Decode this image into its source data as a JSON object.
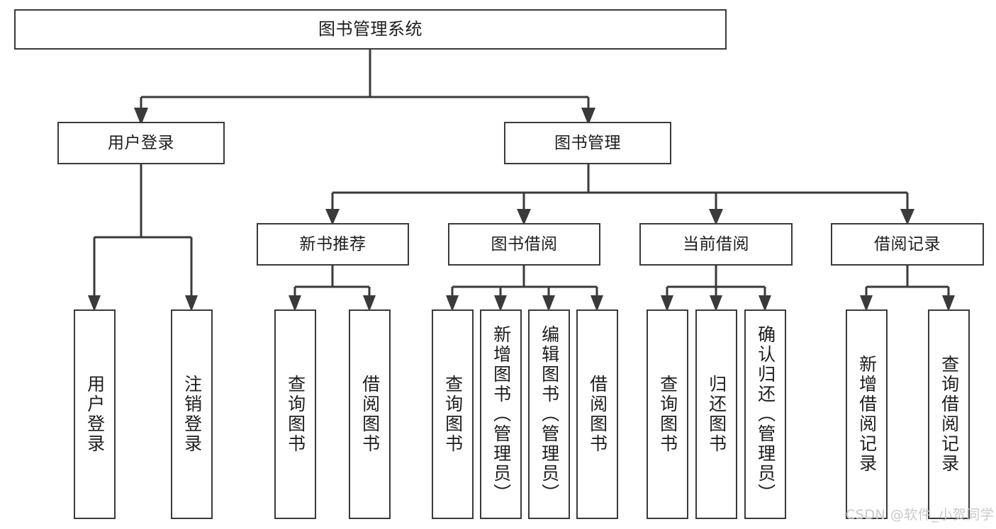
{
  "diagram": {
    "title": "图书管理系统",
    "type": "tree",
    "watermark": "CSDN @软件_小贺同学",
    "colors": {
      "node_border": "#3a3a3a",
      "node_fill": "#ffffff",
      "edge": "#3a3a3a",
      "text": "#1d1d1d",
      "watermark": "#c9c9c9"
    }
  },
  "nodes": {
    "root": {
      "label": "图书管理系统"
    },
    "level2": [
      {
        "label": "用户登录"
      },
      {
        "label": "图书管理"
      }
    ],
    "level3": [
      {
        "label": "新书推荐"
      },
      {
        "label": "图书借阅"
      },
      {
        "label": "当前借阅"
      },
      {
        "label": "借阅记录"
      }
    ],
    "leaves": {
      "user_login": [
        {
          "label": "用户登录"
        },
        {
          "label": "注销登录"
        }
      ],
      "new_book": [
        {
          "label": "查询图书"
        },
        {
          "label": "借阅图书"
        }
      ],
      "book_borrow": [
        {
          "label": "查询图书"
        },
        {
          "label": "新增图书（管理员）"
        },
        {
          "label": "编辑图书（管理员）"
        },
        {
          "label": "借阅图书"
        }
      ],
      "current_borrow": [
        {
          "label": "查询图书"
        },
        {
          "label": "归还图书"
        },
        {
          "label": "确认归还（管理员）"
        }
      ],
      "borrow_record": [
        {
          "label": "新增借阅记录"
        },
        {
          "label": "查询借阅记录"
        }
      ]
    }
  }
}
